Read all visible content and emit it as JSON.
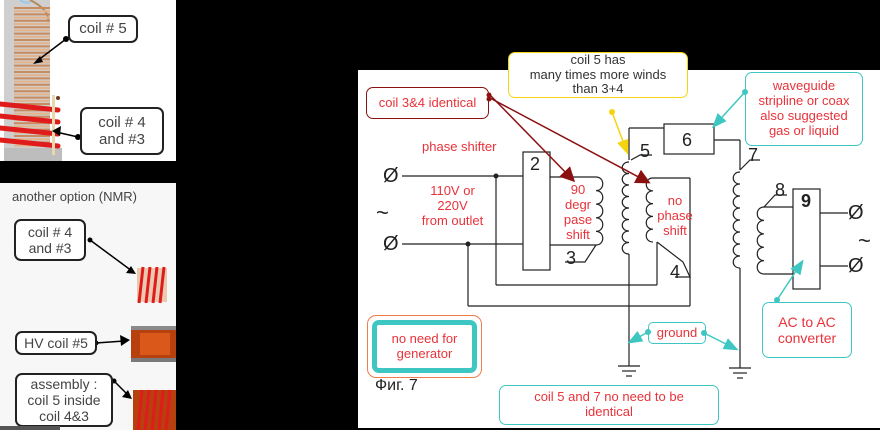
{
  "panel_top_left": {
    "callout_coil5": "coil # 5",
    "callout_coil43_line1": "coil # 4",
    "callout_coil43_line2": "and #3",
    "icons": [
      "coil-photo-icon"
    ]
  },
  "panel_bottom_left": {
    "heading": "another option (NMR)",
    "callout_coil43_line1": "coil # 4",
    "callout_coil43_line2": "and #3",
    "callout_hv": "HV coil #5",
    "callout_assembly_line1": "assembly :",
    "callout_assembly_line2": "coil 5 inside",
    "callout_assembly_line3": "coil 4&3"
  },
  "schematic": {
    "figure_label": "Фиг. 7",
    "component_numbers": [
      "2",
      "3",
      "4",
      "5",
      "6",
      "7",
      "8",
      "9"
    ],
    "ac_symbol": "~",
    "terminal_symbol": "Ø",
    "annotations": {
      "coil_3_4_identical": "coil 3&4 identical",
      "coil5_more_winds_line1": "coil 5 has",
      "coil5_more_winds_line2": "many times more winds",
      "coil5_more_winds_line3": "than 3+4",
      "waveguide_line1": "waveguide",
      "waveguide_line2": "stripline or coax",
      "waveguide_line3": "also suggested",
      "waveguide_line4": "gas or liquid",
      "phase_shifter": "phase shifter",
      "source_line1": "110V or",
      "source_line2": "220V",
      "source_line3": "from outlet",
      "ninety_line1": "90",
      "ninety_line2": "degr",
      "ninety_line3": "pase",
      "ninety_line4": "shift",
      "no_phase_line1": "no",
      "no_phase_line2": "phase",
      "no_phase_line3": "shift",
      "no_generator_line1": "no need for",
      "no_generator_line2": "generator",
      "ground": "ground",
      "ac_converter_line1": "AC to AC",
      "ac_converter_line2": "converter",
      "coil_5_7_line1": "coil 5 and 7  no need to be",
      "coil_5_7_line2": "identical"
    },
    "colors": {
      "annotation_text": "#e8333a",
      "dark_red_arrow": "#8b1010",
      "teal": "#3ec7c2",
      "yellow": "#f5d40f",
      "orange": "#f07c4a"
    }
  }
}
